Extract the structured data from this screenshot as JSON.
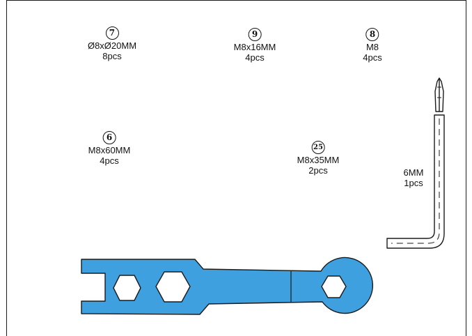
{
  "colors": {
    "frame": "#1a1a1a",
    "wrench_fill": "#3fa0e0",
    "outline": "#1a1a1a"
  },
  "parts": [
    {
      "number": "7",
      "size": "Ø8xØ20MM",
      "qty": "8pcs"
    },
    {
      "number": "9",
      "size": "M8x16MM",
      "qty": "4pcs"
    },
    {
      "number": "8",
      "size": "M8",
      "qty": "4pcs"
    },
    {
      "number": "6",
      "size": "M8x60MM",
      "qty": "4pcs"
    },
    {
      "number": "25",
      "size": "M8x35MM",
      "qty": "2pcs"
    }
  ],
  "hex_key": {
    "size": "6MM",
    "qty": "1pcs",
    "icon": "hex-key-icon"
  },
  "wrench": {
    "icon": "wrench-icon"
  }
}
